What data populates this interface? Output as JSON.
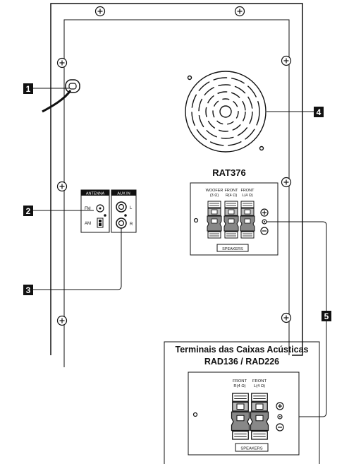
{
  "callouts": [
    "1",
    "2",
    "3",
    "4",
    "5"
  ],
  "model_main": "RAT376",
  "antenna": {
    "title": "ANTENNA",
    "fm": "FM",
    "am": "AM"
  },
  "aux": {
    "title": "AUX IN",
    "left": "L",
    "right": "R"
  },
  "main_panel": {
    "woofer": [
      "WOOFER",
      "(3 Ω)"
    ],
    "front_r": [
      "FRONT",
      "R(4 Ω)"
    ],
    "front_l": [
      "FRONT",
      "L(4 Ω)"
    ],
    "speakers": "SPEAKERS"
  },
  "inset": {
    "title_line1": "Terminais das Caixas Acústicas",
    "title_line2": "RAD136 / RAD226",
    "front_r": [
      "FRONT",
      "R(4 Ω)"
    ],
    "front_l": [
      "FRONT",
      "L(4 Ω)"
    ],
    "speakers": "SPEAKERS"
  },
  "colors": {
    "line": "#111111",
    "callout_bg": "#111111",
    "callout_text": "#ffffff"
  }
}
